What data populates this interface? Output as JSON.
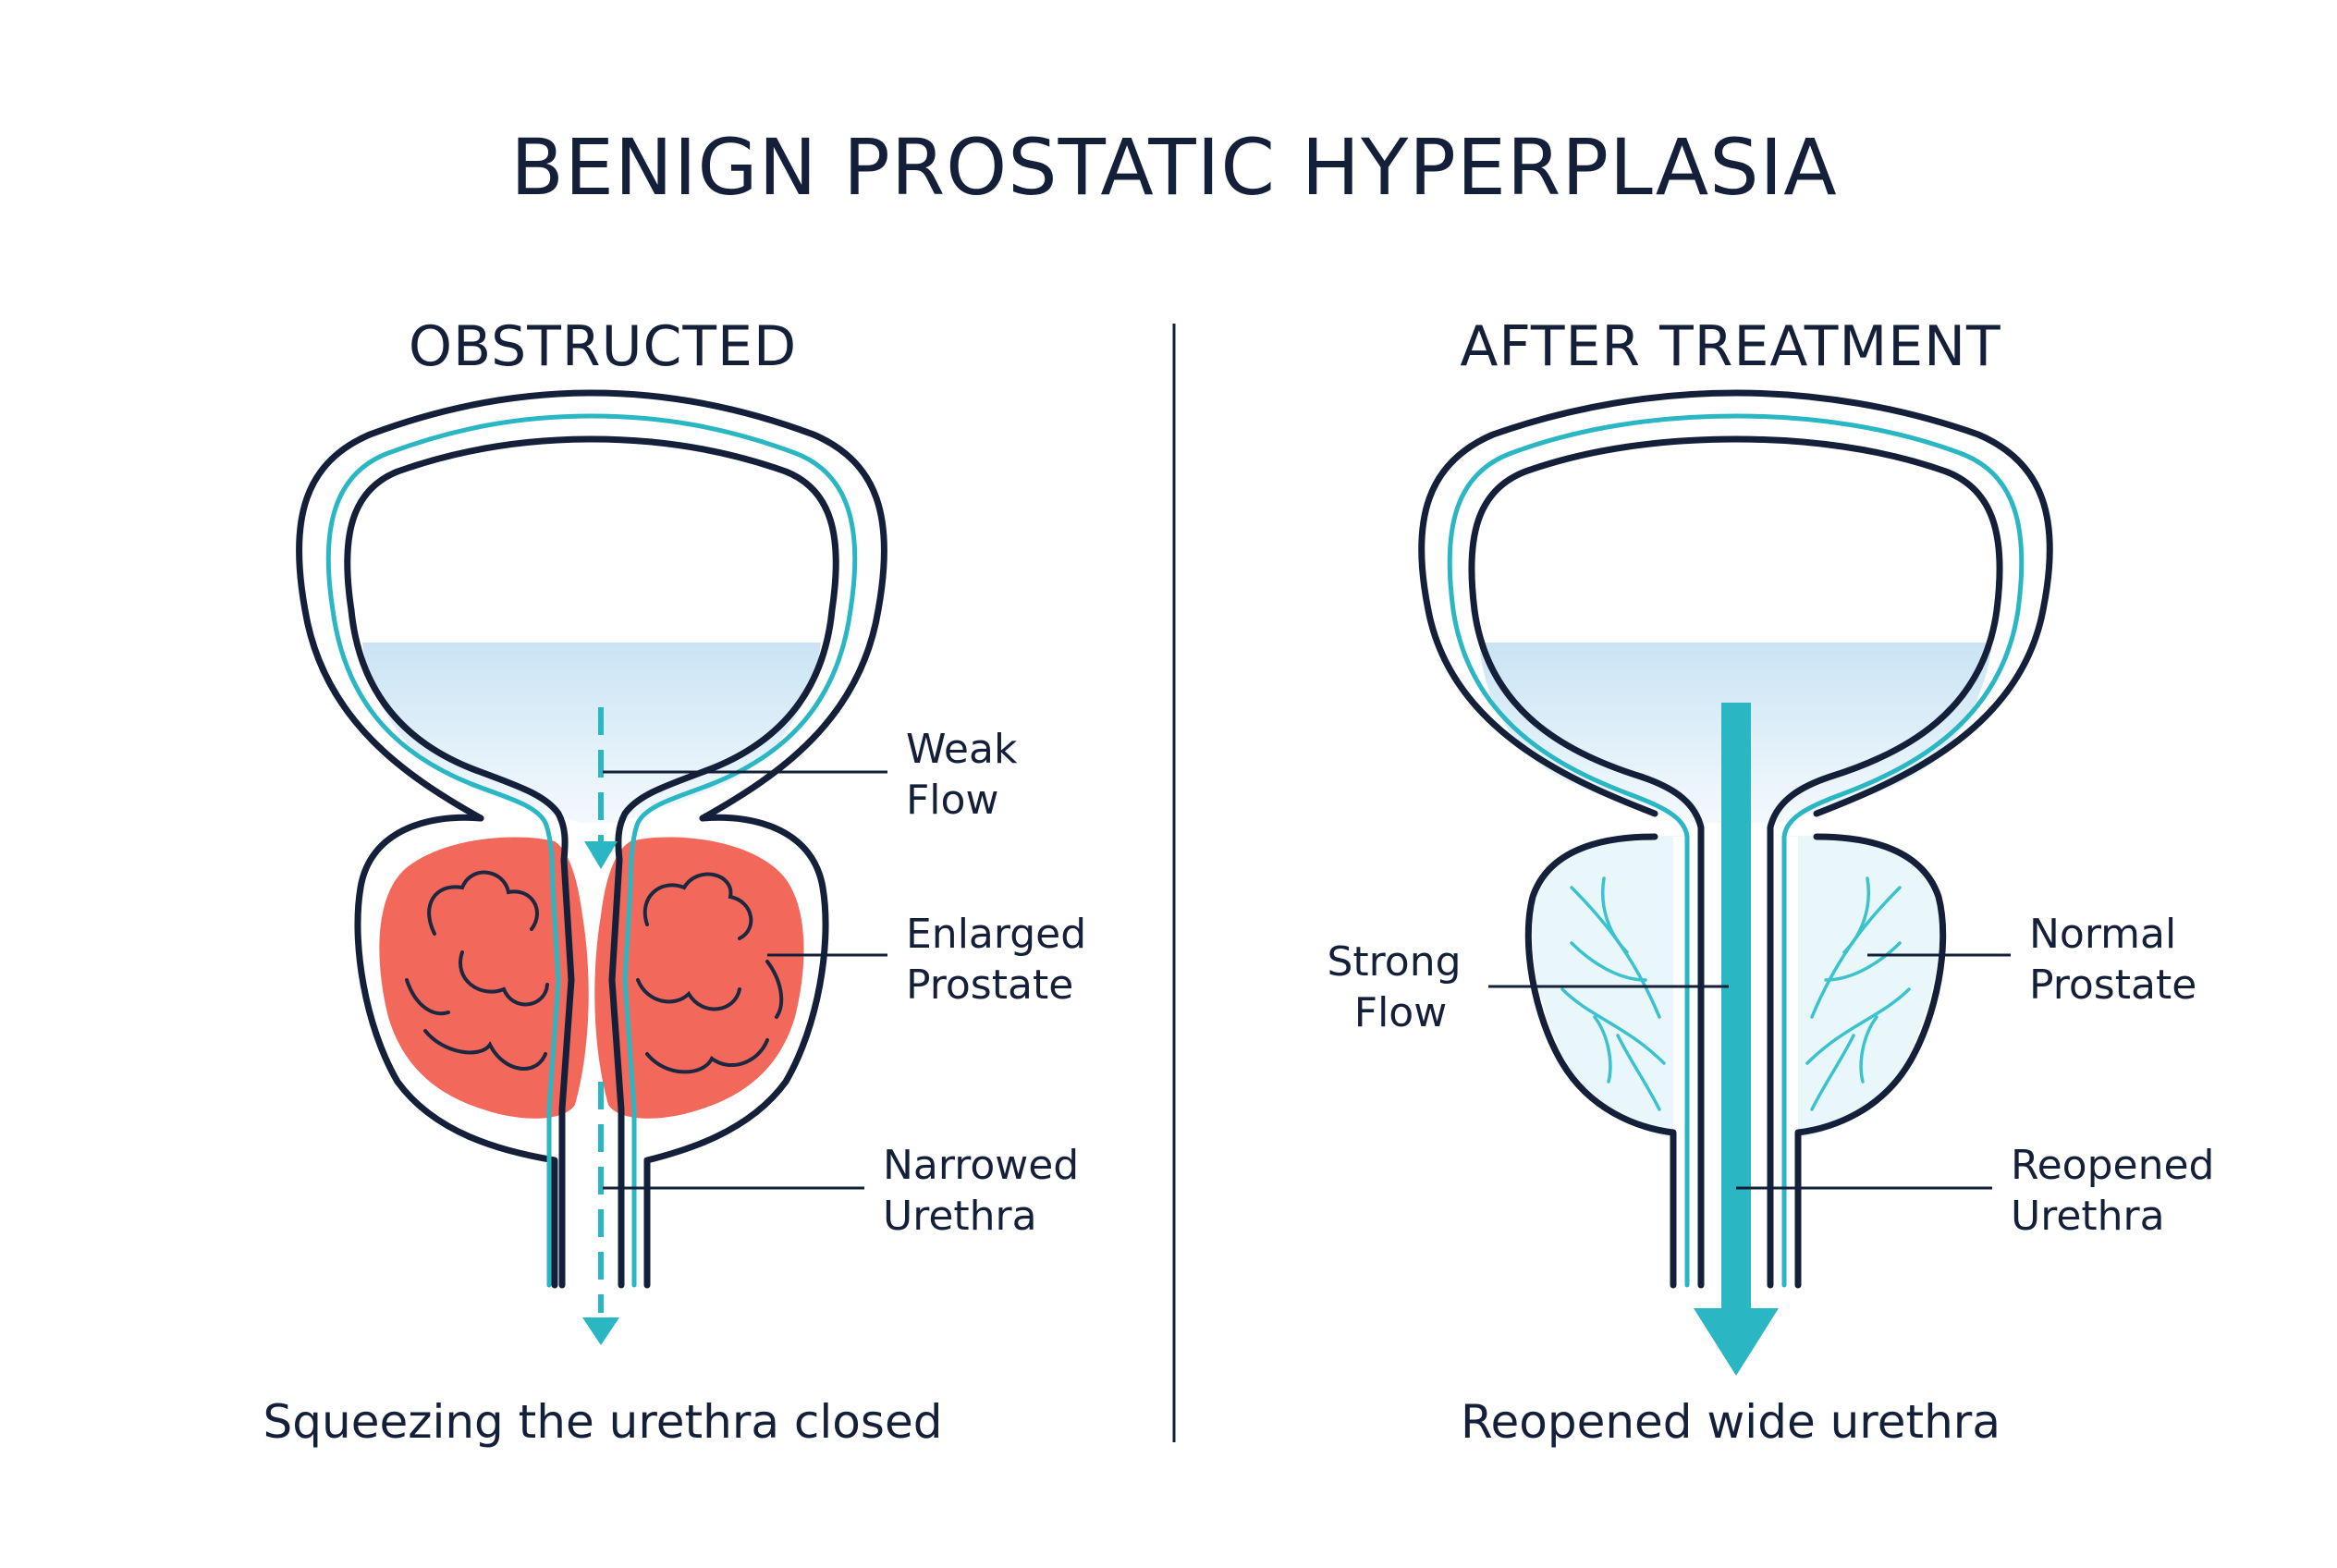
{
  "title": "BENIGN PROSTATIC HYPERPLASIA",
  "panels": {
    "left": {
      "heading": "OBSTRUCTED",
      "labels": {
        "weak_flow": [
          "Weak",
          "Flow"
        ],
        "enlarged_prostate": [
          "Enlarged",
          "Prostate"
        ],
        "narrowed_urethra": [
          "Narrowed",
          "Urethra"
        ]
      },
      "caption": "Squeezing the urethra closed"
    },
    "right": {
      "heading": "AFTER TREATMENT",
      "labels": {
        "strong_flow": [
          "Strong",
          "Flow"
        ],
        "normal_prostate": [
          "Normal",
          "Prostate"
        ],
        "reopened_urethra": [
          "Reopened",
          "Urethra"
        ]
      },
      "caption": "Reopened wide urethra"
    }
  },
  "colors": {
    "outline": "#14203a",
    "flow": "#2bb6c4",
    "enlarged_prostate": "#f2685a",
    "normal_prostate": "#e6f6fa",
    "urine": "#cfe7f5"
  }
}
